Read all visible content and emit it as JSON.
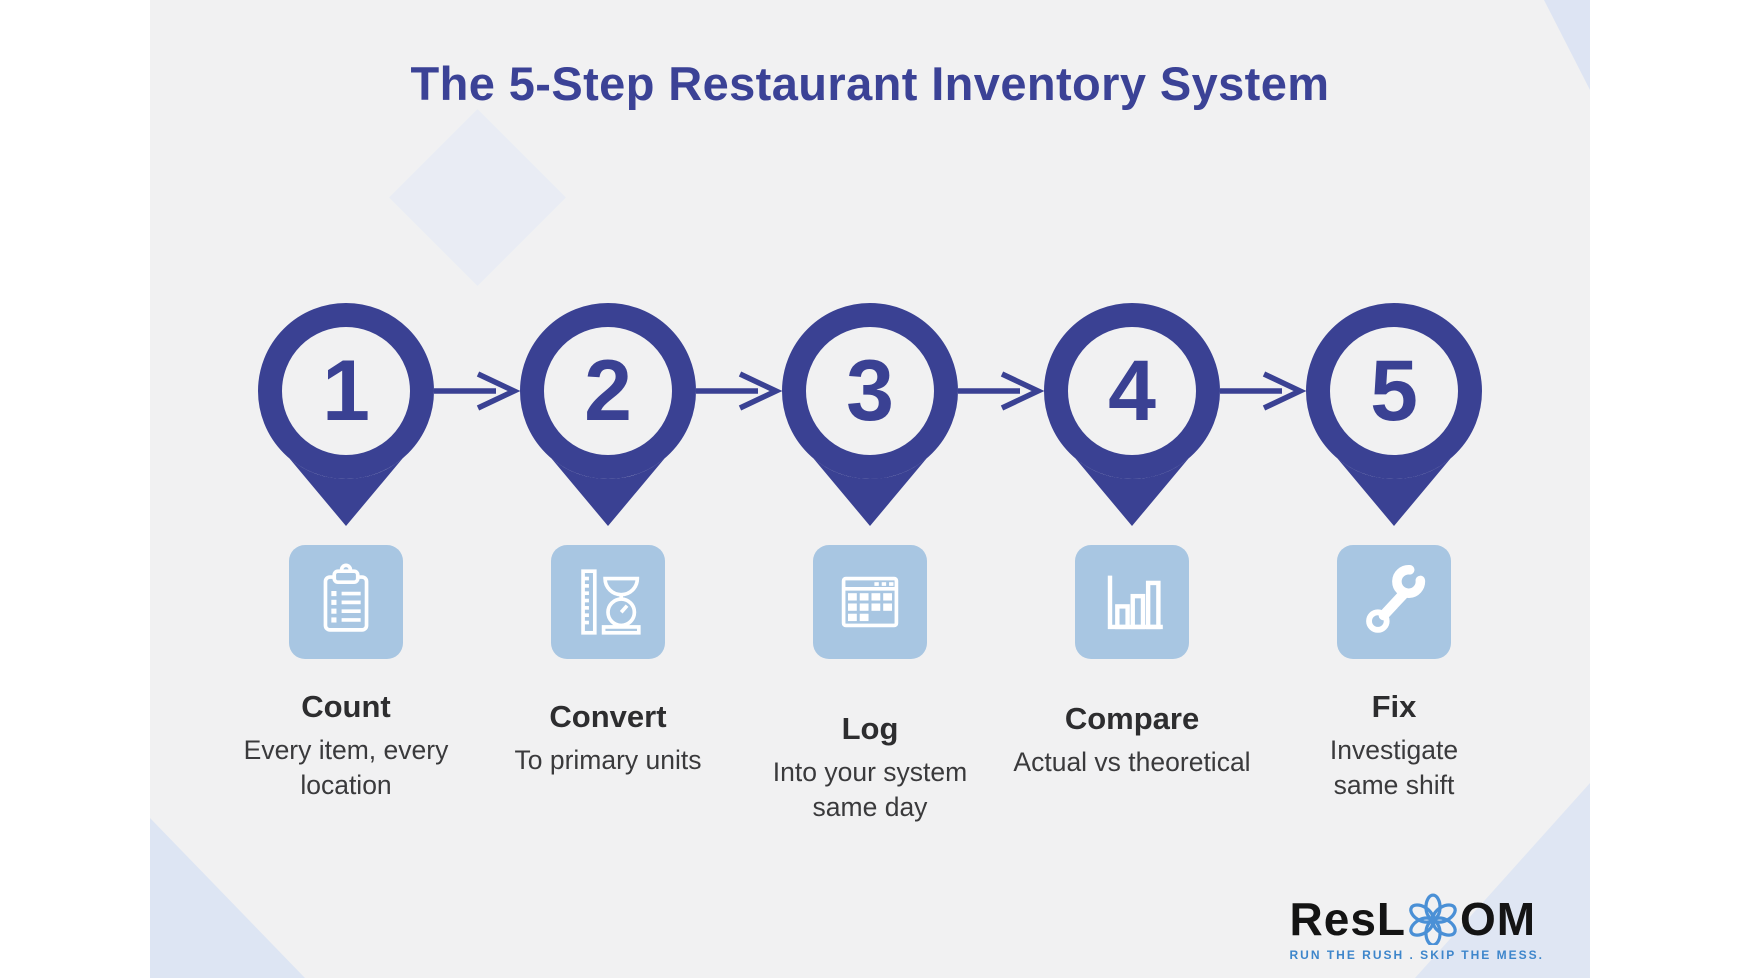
{
  "title": "The 5-Step Restaurant Inventory System",
  "steps": [
    {
      "number": "1",
      "icon": "clipboard-icon",
      "title": "Count",
      "description": "Every item, every\nlocation"
    },
    {
      "number": "2",
      "icon": "ruler-scale-icon",
      "title": "Convert",
      "description": "To primary units"
    },
    {
      "number": "3",
      "icon": "spreadsheet-icon",
      "title": "Log",
      "description": "Into your system\nsame day"
    },
    {
      "number": "4",
      "icon": "bar-chart-icon",
      "title": "Compare",
      "description": "Actual vs theoretical"
    },
    {
      "number": "5",
      "icon": "wrench-icon",
      "title": "Fix",
      "description": "Investigate\nsame shift"
    }
  ],
  "logo": {
    "brand_prefix": "ResL",
    "brand_suffix": "OM",
    "flower_icon": "flower-logo-icon",
    "tagline": "RUN THE RUSH . SKIP THE MESS."
  },
  "colors": {
    "navy": "#3a4193",
    "title_navy": "#3b4296",
    "icon_box_blue": "#a8c6e2",
    "icon_stroke": "#ffffff",
    "text_dark": "#2d2d2f",
    "logo_blue": "#3e86cb",
    "background": "#f1f1f2"
  }
}
